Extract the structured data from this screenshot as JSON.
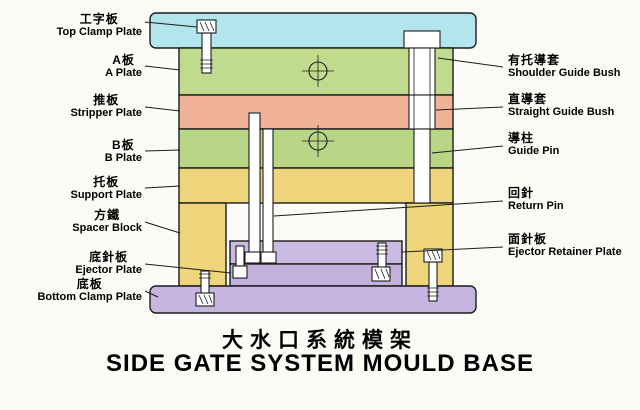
{
  "title": {
    "zh": "大水口系統模架",
    "en": "SIDE GATE SYSTEM MOULD BASE"
  },
  "left_labels": [
    {
      "zh": "工字板",
      "en": "Top Clamp Plate"
    },
    {
      "zh": "A板",
      "en": "A Plate"
    },
    {
      "zh": "推板",
      "en": "Stripper Plate"
    },
    {
      "zh": "B板",
      "en": "B Plate"
    },
    {
      "zh": "托板",
      "en": "Support Plate"
    },
    {
      "zh": "方鐵",
      "en": "Spacer Block"
    },
    {
      "zh": "底針板",
      "en": "Ejector Plate"
    },
    {
      "zh": "底板",
      "en": "Bottom Clamp Plate"
    }
  ],
  "right_labels": [
    {
      "zh": "有托導套",
      "en": "Shoulder Guide Bush"
    },
    {
      "zh": "直導套",
      "en": "Straight Guide Bush"
    },
    {
      "zh": "導柱",
      "en": "Guide Pin"
    },
    {
      "zh": "回針",
      "en": "Return Pin"
    },
    {
      "zh": "面針板",
      "en": "Ejector Retainer Plate"
    }
  ],
  "colors": {
    "top_clamp_plate": "#b3e5ec",
    "a_plate": "#c0da8e",
    "stripper_plate": "#f0b39a",
    "b_plate": "#b9d687",
    "support_plate": "#eed47a",
    "spacer_block": "#eed47a",
    "ejector_retainer_plate": "#cbbae2",
    "ejector_plate": "#c4b2dd",
    "bottom_clamp_plate": "#c6b5e0",
    "hardware": "#ffffff",
    "outline": "#1c1c1c"
  }
}
